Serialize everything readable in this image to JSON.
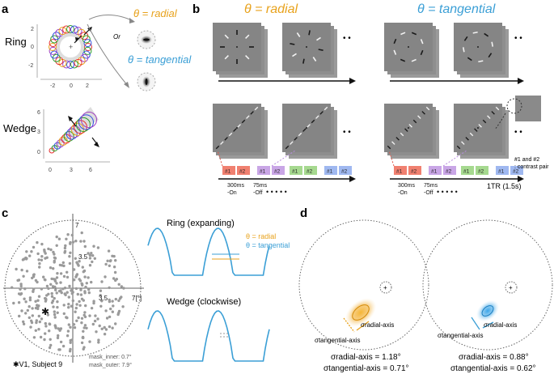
{
  "panels": {
    "a": {
      "label": "a",
      "ring_label": "Ring",
      "wedge_label": "Wedge",
      "or_label": "Or",
      "radial_label": "θ = radial",
      "tangential_label": "θ = tangential",
      "ring_yticks": [
        "2",
        "0",
        "-2"
      ],
      "ring_xticks": [
        "-2",
        "0",
        "2"
      ],
      "wedge_yticks": [
        "6",
        "3",
        "0"
      ],
      "wedge_xticks": [
        "0",
        "3",
        "6"
      ]
    },
    "b": {
      "label": "b",
      "radial_title": "θ = radial",
      "tangential_title": "θ = tangential",
      "dots": "• •",
      "seq_labels": [
        "#1",
        "#2",
        "#1",
        "#2",
        "#1",
        "#2",
        "#1",
        "#2"
      ],
      "on_label": "300ms\n-On",
      "off_label": "75ms\n-Off",
      "on_line1": "300ms",
      "on_line2": "-On",
      "off_line1": "75ms",
      "off_line2": "-Off",
      "ellipsis": "• • • • •",
      "tr_label": "1TR (1.5s)",
      "contrast_line1": "#1 and #2",
      "contrast_line2": ": contrast pair"
    },
    "c": {
      "label": "c",
      "tick_7": "7",
      "tick_35": "3.5",
      "tick_x35": "3.5",
      "tick_x7": "7[°]",
      "subject": "✱V1, Subject 9",
      "mask_inner": "mask_inner: 0.7°",
      "mask_outer": "mask_outer: 7.9°",
      "ring_title": "Ring (expanding)",
      "wedge_title": "Wedge (clockwise)",
      "legend_radial": "θ = radial",
      "legend_tangential": "θ = tangential"
    },
    "d": {
      "label": "d",
      "sigma_radial_label": "σradial-axis",
      "sigma_tangential_label": "σtangential-axis",
      "left_radial_value": "σradial-axis = 1.18°",
      "left_tangential_value": "σtangential-axis = 0.71°",
      "right_radial_value": "σradial-axis = 0.88°",
      "right_tangential_value": "σtangential-axis = 0.62°"
    }
  },
  "colors": {
    "radial": "#e8a21c",
    "tangential": "#3b9fd6",
    "seq1": "#f08070",
    "seq2": "#f08070",
    "seqPurple": "#c9a6e6",
    "seqGreen": "#a6d98f",
    "seqBlue": "#9fb8f0"
  },
  "chart_data": {
    "type": "scatter",
    "title": "",
    "x_ticks": [
      "3.5",
      "7[°]"
    ],
    "y_ticks": [
      "7",
      "3.5"
    ],
    "note": "pRF center scatter, V1 Subject 9"
  }
}
